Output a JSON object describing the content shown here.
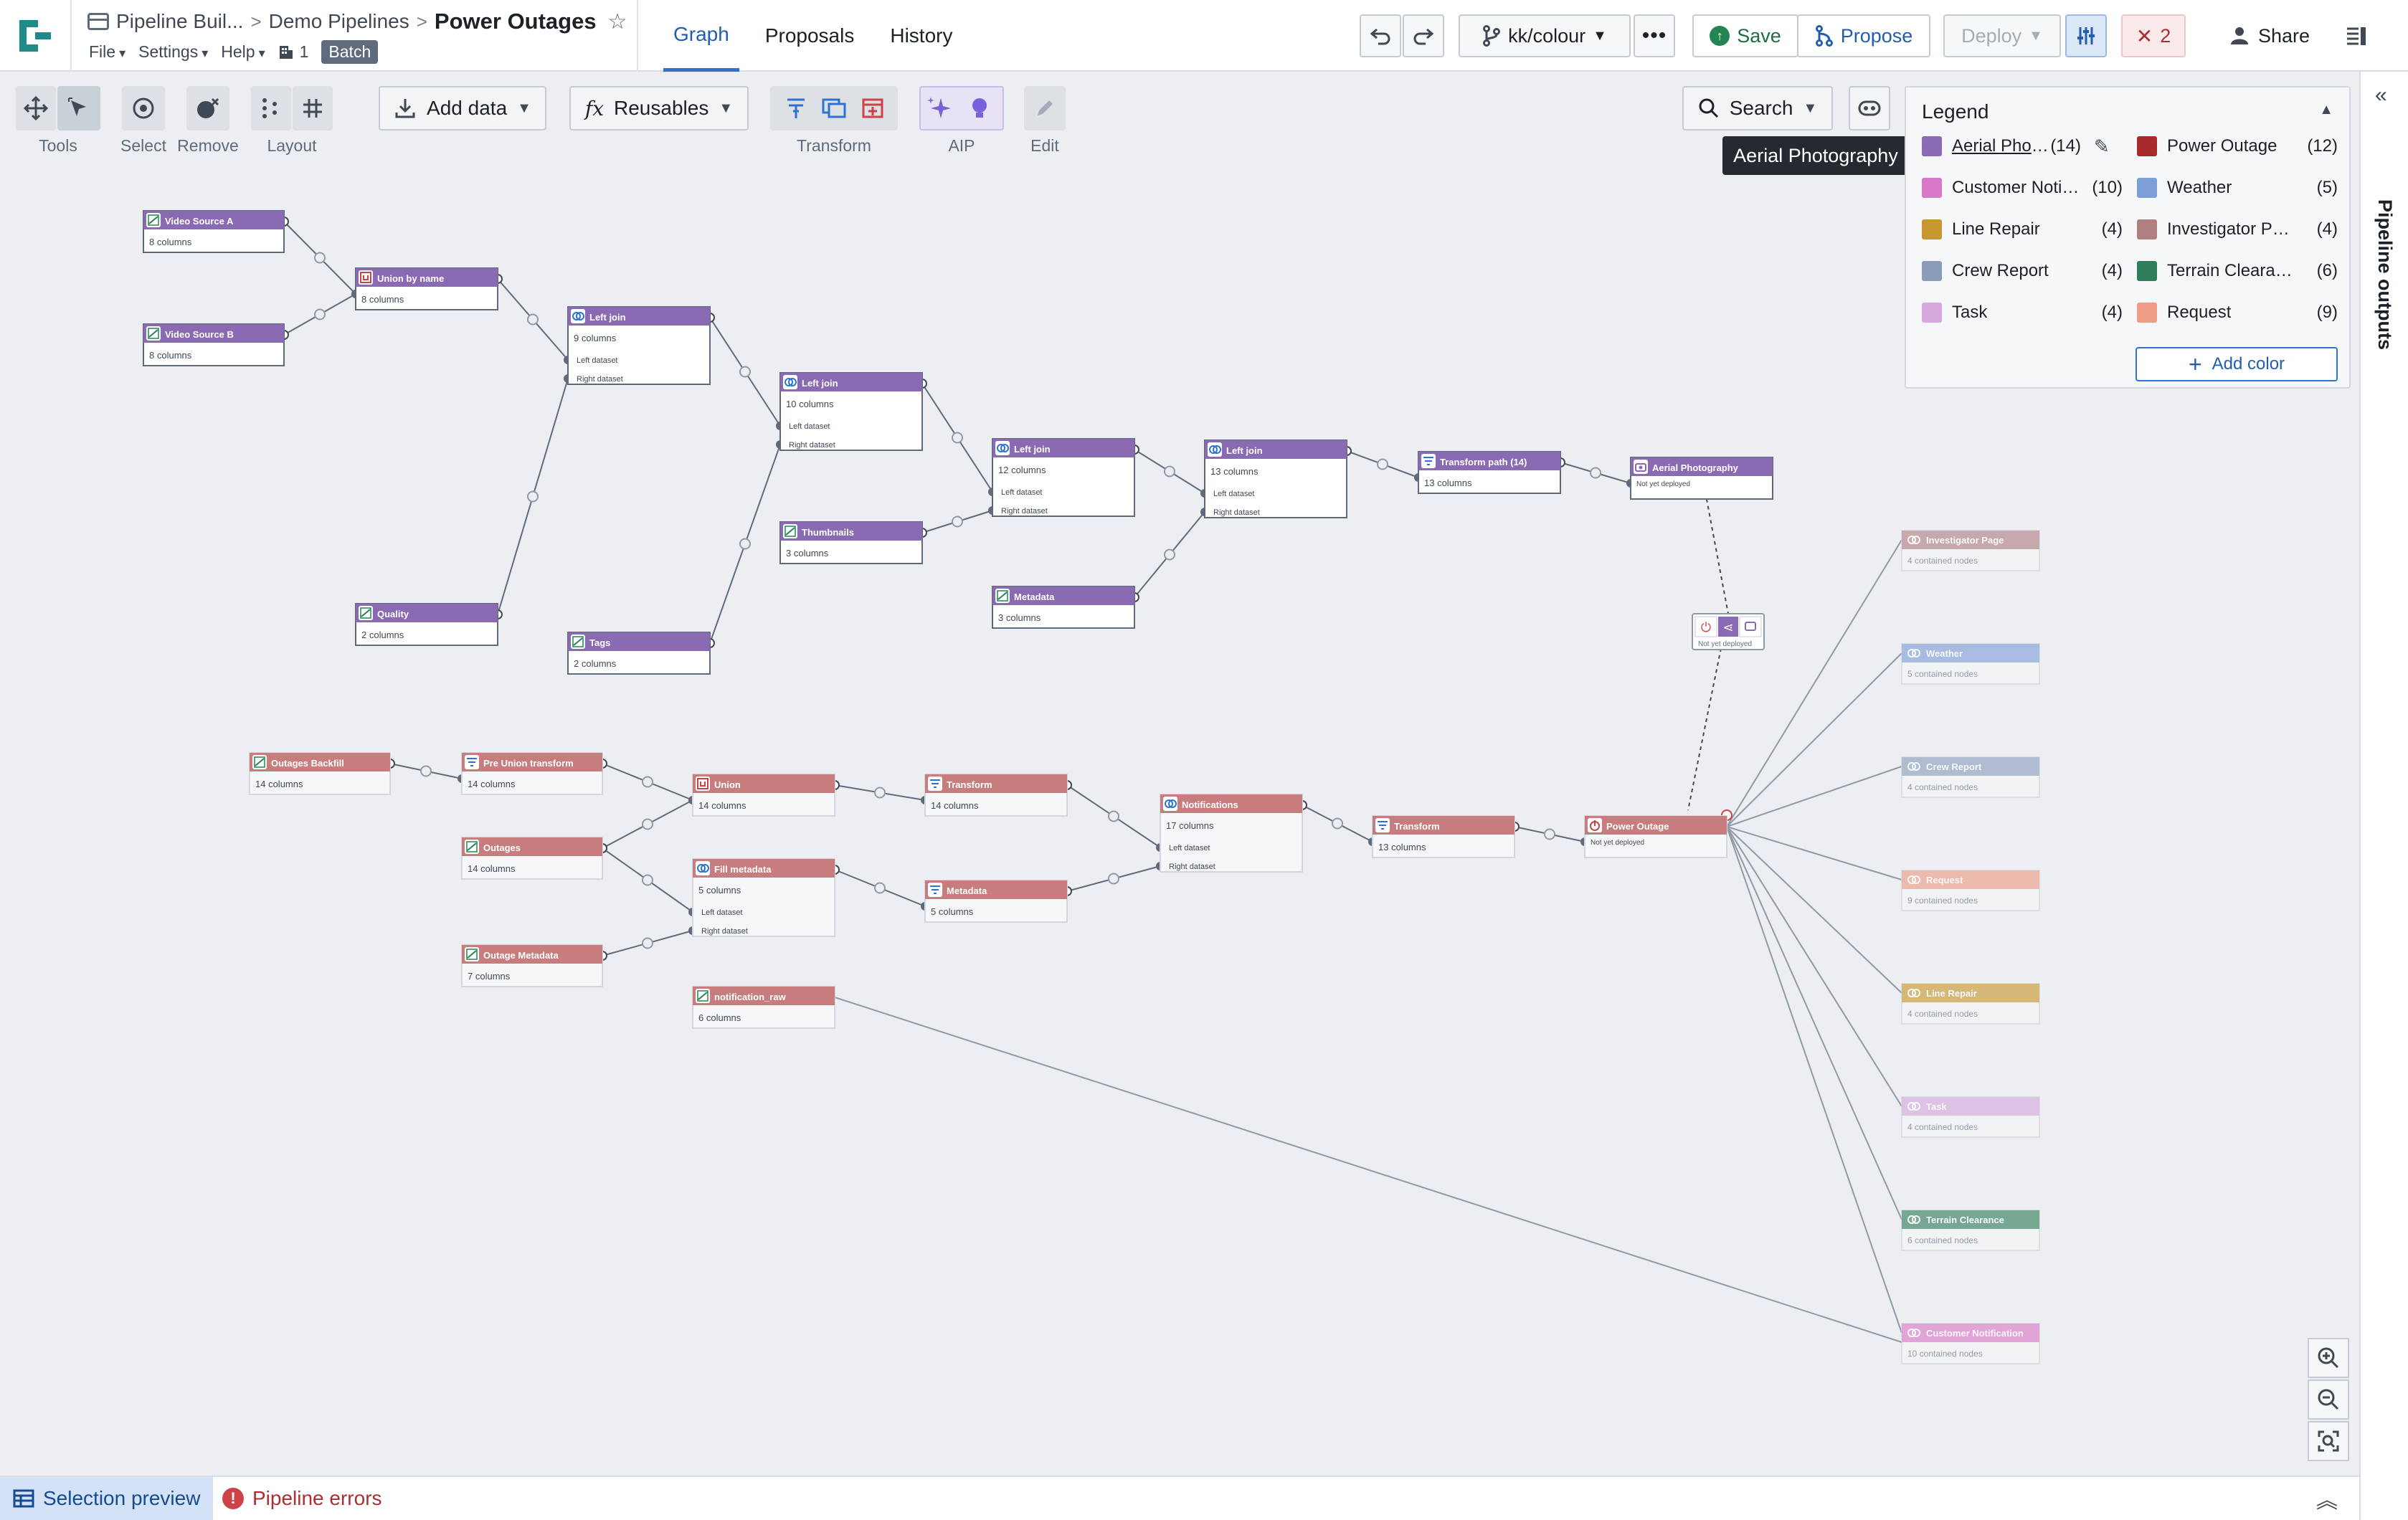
{
  "header": {
    "breadcrumbs": [
      "Pipeline Buil...",
      "Demo Pipelines"
    ],
    "title": "Power Outages",
    "menus": [
      "File",
      "Settings",
      "Help"
    ],
    "build_count": "1",
    "mode_badge": "Batch",
    "tabs": [
      {
        "label": "Graph",
        "active": true
      },
      {
        "label": "Proposals",
        "active": false
      },
      {
        "label": "History",
        "active": false
      }
    ],
    "branch": "kk/colour",
    "save_label": "Save",
    "propose_label": "Propose",
    "deploy_label": "Deploy",
    "error_count": "2",
    "share_label": "Share"
  },
  "toolbar": {
    "groups": [
      {
        "label": "Tools"
      },
      {
        "label": "Select"
      },
      {
        "label": "Remove"
      },
      {
        "label": "Layout"
      },
      {
        "label": "Transform"
      },
      {
        "label": "AIP"
      },
      {
        "label": "Edit"
      }
    ],
    "add_data_label": "Add data",
    "reusables_label": "Reusables",
    "search_label": "Search"
  },
  "legend": {
    "title": "Legend",
    "tooltip": "Aerial Photography",
    "add_color_label": "Add color",
    "items": [
      {
        "name": "Aerial Phot...",
        "count": "(14)",
        "color": "#8a6bb3"
      },
      {
        "name": "Power Outage",
        "count": "(12)",
        "color": "#a82a2a"
      },
      {
        "name": "Customer Notifi...",
        "count": "(10)",
        "color": "#d977c8"
      },
      {
        "name": "Weather",
        "count": "(5)",
        "color": "#7d9ed6"
      },
      {
        "name": "Line Repair",
        "count": "(4)",
        "color": "#c8962e"
      },
      {
        "name": "Investigator Page",
        "count": "(4)",
        "color": "#b07f82"
      },
      {
        "name": "Crew Report",
        "count": "(4)",
        "color": "#8b9cb9"
      },
      {
        "name": "Terrain Clearance",
        "count": "(6)",
        "color": "#2f7d5a"
      },
      {
        "name": "Task",
        "count": "(4)",
        "color": "#d7a8dd"
      },
      {
        "name": "Request",
        "count": "(9)",
        "color": "#ee9b86"
      }
    ]
  },
  "graph": {
    "nodes": [
      {
        "id": "vsa",
        "title": "Video Source A",
        "sub": "8 columns",
        "icon": "dataset"
      },
      {
        "id": "vsb",
        "title": "Video Source B",
        "sub": "8 columns",
        "icon": "dataset"
      },
      {
        "id": "ubn",
        "title": "Union by name",
        "sub": "8 columns",
        "icon": "union"
      },
      {
        "id": "lj1",
        "title": "Left join",
        "sub": "9 columns",
        "icon": "join",
        "ports": [
          "Left dataset",
          "Right dataset"
        ]
      },
      {
        "id": "qual",
        "title": "Quality",
        "sub": "2 columns",
        "icon": "dataset"
      },
      {
        "id": "lj2",
        "title": "Left join",
        "sub": "10 columns",
        "icon": "join",
        "ports": [
          "Left dataset",
          "Right dataset"
        ]
      },
      {
        "id": "tags",
        "title": "Tags",
        "sub": "2 columns",
        "icon": "dataset"
      },
      {
        "id": "thumb",
        "title": "Thumbnails",
        "sub": "3 columns",
        "icon": "dataset"
      },
      {
        "id": "lj3",
        "title": "Left join",
        "sub": "12 columns",
        "icon": "join",
        "ports": [
          "Left dataset",
          "Right dataset"
        ]
      },
      {
        "id": "meta1",
        "title": "Metadata",
        "sub": "3 columns",
        "icon": "dataset"
      },
      {
        "id": "lj4",
        "title": "Left join",
        "sub": "13 columns",
        "icon": "join",
        "ports": [
          "Left dataset",
          "Right dataset"
        ]
      },
      {
        "id": "tp14",
        "title": "Transform path (14)",
        "sub": "13 columns",
        "icon": "transform"
      },
      {
        "id": "aerial",
        "title": "Aerial Photography",
        "sub": "Not yet deployed",
        "icon": "camera"
      },
      {
        "id": "ob",
        "title": "Outages Backfill",
        "sub": "14 columns",
        "icon": "dataset"
      },
      {
        "id": "put",
        "title": "Pre Union transform",
        "sub": "14 columns",
        "icon": "transform"
      },
      {
        "id": "outages",
        "title": "Outages",
        "sub": "14 columns",
        "icon": "dataset"
      },
      {
        "id": "om",
        "title": "Outage Metadata",
        "sub": "7 columns",
        "icon": "dataset"
      },
      {
        "id": "union",
        "title": "Union",
        "sub": "14 columns",
        "icon": "union"
      },
      {
        "id": "fm",
        "title": "Fill metadata",
        "sub": "5 columns",
        "icon": "join",
        "ports": [
          "Left dataset",
          "Right dataset"
        ]
      },
      {
        "id": "nr",
        "title": "notification_raw",
        "sub": "6 columns",
        "icon": "dataset"
      },
      {
        "id": "tr1",
        "title": "Transform",
        "sub": "14 columns",
        "icon": "transform"
      },
      {
        "id": "meta2",
        "title": "Metadata",
        "sub": "5 columns",
        "icon": "transform"
      },
      {
        "id": "notif",
        "title": "Notifications",
        "sub": "17 columns",
        "icon": "join",
        "ports": [
          "Left dataset",
          "Right dataset"
        ]
      },
      {
        "id": "tr2",
        "title": "Transform",
        "sub": "13 columns",
        "icon": "transform"
      },
      {
        "id": "po",
        "title": "Power Outage",
        "sub": "Not yet deployed",
        "icon": "power"
      },
      {
        "id": "grp",
        "title": "",
        "sub": "Not yet deployed",
        "icon": "group"
      }
    ],
    "outputs": [
      {
        "title": "Investigator Page",
        "sub": "4 contained nodes"
      },
      {
        "title": "Weather",
        "sub": "5 contained nodes"
      },
      {
        "title": "Crew Report",
        "sub": "4 contained nodes"
      },
      {
        "title": "Request",
        "sub": "9 contained nodes"
      },
      {
        "title": "Line Repair",
        "sub": "4 contained nodes"
      },
      {
        "title": "Task",
        "sub": "4 contained nodes"
      },
      {
        "title": "Terrain Clearance",
        "sub": "6 contained nodes"
      },
      {
        "title": "Customer Notification",
        "sub": "10 contained nodes"
      }
    ]
  },
  "side_panel": {
    "label": "Pipeline outputs"
  },
  "bottom": {
    "selection_preview": "Selection preview",
    "pipeline_errors": "Pipeline errors"
  }
}
